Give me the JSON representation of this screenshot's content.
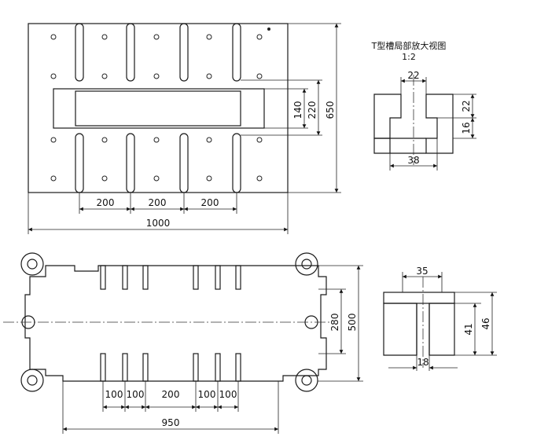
{
  "detail": {
    "title": "T型槽局部放大视图",
    "scale": "1:2",
    "dim_top_width": "22",
    "dim_upper_height": "22",
    "dim_lower_height": "16",
    "dim_bottom_width": "38"
  },
  "plan_view": {
    "dim_slot_140": "140",
    "dim_inner_220": "220",
    "dim_height_650": "650",
    "dim_spacing_1": "200",
    "dim_spacing_2": "200",
    "dim_spacing_3": "200",
    "dim_width_1000": "1000"
  },
  "bottom_view": {
    "dim_280": "280",
    "dim_500": "500",
    "dim_a": "100",
    "dim_b": "100",
    "dim_c": "200",
    "dim_d": "100",
    "dim_e": "100",
    "dim_950": "950"
  },
  "section": {
    "dim_35": "35",
    "dim_41": "41",
    "dim_46": "46",
    "dim_18": "18"
  }
}
